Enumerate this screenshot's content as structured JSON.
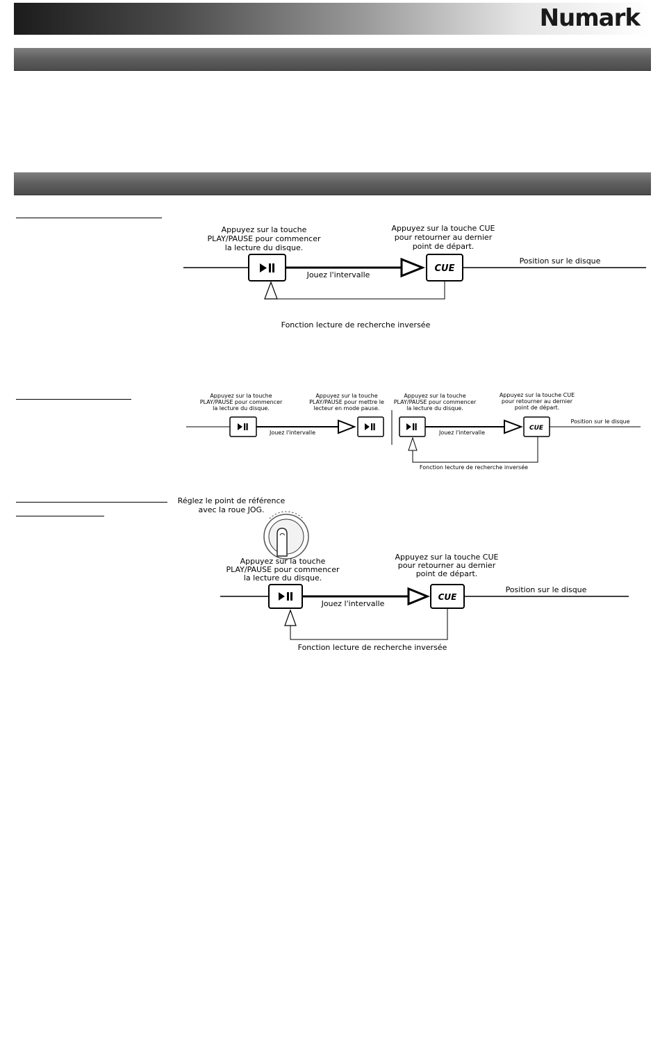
{
  "header": {
    "brand": "Numark"
  },
  "diagram1": {
    "left_note": [
      "Appuyez sur la touche",
      "PLAY/PAUSE pour commencer",
      "la lecture du disque."
    ],
    "right_note": [
      "Appuyez sur la touche CUE",
      "pour retourner au dernier",
      "point de départ."
    ],
    "play_label": "▶❘❘",
    "cue_label": "CUE",
    "interval": "Jouez l'intervalle",
    "position": "Position sur le disque",
    "reverse": "Fonction lecture de recherche inversée"
  },
  "diagram2": {
    "note1": [
      "Appuyez sur la touche",
      "PLAY/PAUSE pour commencer",
      "la lecture du disque."
    ],
    "note2": [
      "Appuyez sur la touche",
      "PLAY/PAUSE pour mettre le",
      "lecteur en mode pause."
    ],
    "note3": [
      "Appuyez sur la touche",
      "PLAY/PAUSE pour commencer",
      "la lecture du disque."
    ],
    "note4": [
      "Appuyez sur la touche CUE",
      "pour retourner au dernier",
      "point de départ."
    ],
    "interval1": "Jouez l'intervalle",
    "interval2": "Jouez l'intervalle",
    "cue_label": "CUE",
    "position": "Position sur le disque",
    "reverse": "Fonction lecture de recherche inversée"
  },
  "diagram3": {
    "jog_note": [
      "Réglez le point de référence",
      "avec la roue JOG."
    ],
    "left_note": [
      "Appuyez sur la touche",
      "PLAY/PAUSE pour commencer",
      "la lecture du disque."
    ],
    "right_note": [
      "Appuyez sur la touche CUE",
      "pour retourner au dernier",
      "point de départ."
    ],
    "cue_label": "CUE",
    "interval": "Jouez l'intervalle",
    "position": "Position sur le disque",
    "reverse": "Fonction lecture de recherche inversée"
  }
}
